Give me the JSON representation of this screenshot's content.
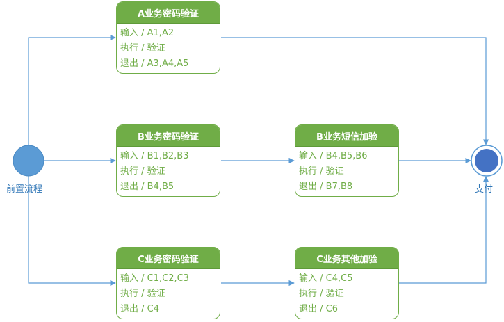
{
  "start_node": {
    "label": "前置流程"
  },
  "end_node": {
    "label": "支付"
  },
  "states": [
    {
      "title": "A业务密码验证",
      "lines": [
        "输入 / A1,A2",
        "执行 / 验证",
        "退出 / A3,A4,A5"
      ]
    },
    {
      "title": "B业务密码验证",
      "lines": [
        "输入 / B1,B2,B3",
        "执行 / 验证",
        "退出 / B4,B5"
      ]
    },
    {
      "title": "B业务短信加验",
      "lines": [
        "输入 / B4,B5,B6",
        "执行 / 验证",
        "退出 / B7,B8"
      ]
    },
    {
      "title": "C业务密码验证",
      "lines": [
        "输入 / C1,C2,C3",
        "执行 / 验证",
        "退出 / C4"
      ]
    },
    {
      "title": "C业务其他加验",
      "lines": [
        "输入 / C4,C5",
        "执行 / 验证",
        "退出 / C6"
      ]
    }
  ],
  "colors": {
    "state_fill": "#70ad47",
    "connector": "#5b9bd5",
    "start": "#5b9bd5",
    "end": "#4472c4"
  }
}
